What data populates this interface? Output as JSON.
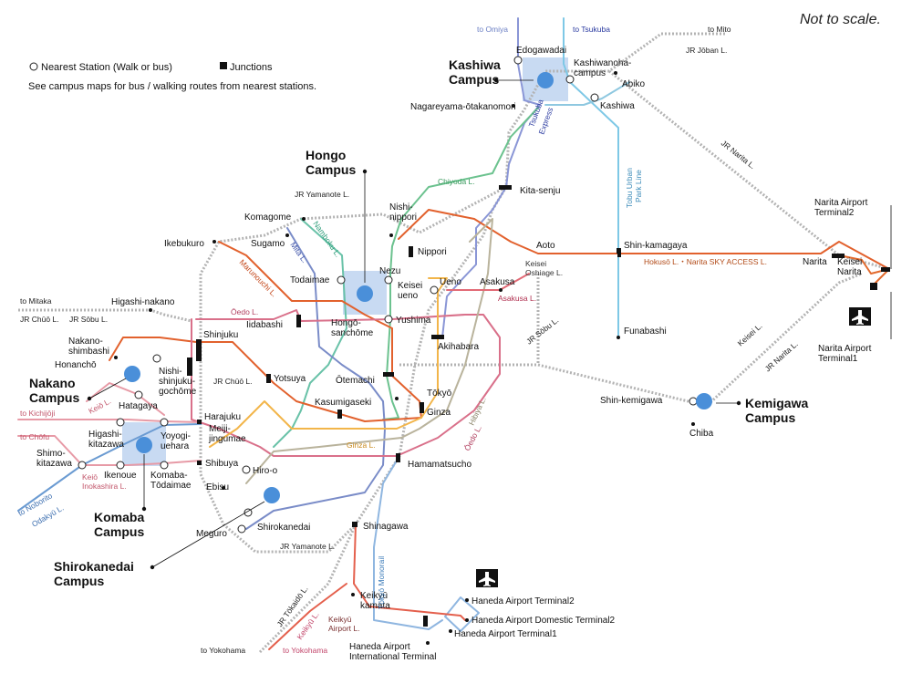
{
  "scale_note": "Not to scale.",
  "legend": {
    "nearest": "Nearest Station (Walk or bus)",
    "junctions": "Junctions",
    "note": "See campus maps for bus / walking routes from nearest stations."
  },
  "campuses": {
    "hongo": [
      "Hongo",
      "Campus"
    ],
    "kashiwa": [
      "Kashiwa",
      "Campus"
    ],
    "nakano": [
      "Nakano",
      "Campus"
    ],
    "komaba": [
      "Komaba",
      "Campus"
    ],
    "shirokanedai": [
      "Shirokanedai",
      "Campus"
    ],
    "kemigawa": [
      "Kemigawa",
      "Campus"
    ]
  },
  "stations": {
    "edogawadai": "Edogawadai",
    "kashiwanoha": [
      "Kashiwanoha-",
      "campus"
    ],
    "abiko": "Abiko",
    "kashiwa": "Kashiwa",
    "nagareyama": "Nagareyama-ōtakanomori",
    "kita_senju": "Kita-senju",
    "nishi_nippori": [
      "Nishi-",
      "nippori"
    ],
    "nippori": "Nippori",
    "komagome": "Komagome",
    "sugamo": "Sugamo",
    "ikebukuro": "Ikebukuro",
    "todaimae": "Todaimae",
    "nezu": "Nezu",
    "keisei_ueno": [
      "Keisei",
      "ueno"
    ],
    "ueno": "Ueno",
    "asakusa": "Asakusa",
    "aoto": "Aoto",
    "keisei_oshiage": [
      "Keisei",
      "Oshiage L."
    ],
    "shin_kamagaya": "Shin-kamagaya",
    "narita": "Narita",
    "keisei_narita": [
      "Keisei",
      "Narita"
    ],
    "narita_t2": [
      "Narita Airport",
      "Terminal2"
    ],
    "narita_t1": [
      "Narita Airport",
      "Terminal1"
    ],
    "hongo_sanchome": [
      "Hongō-",
      "sanchōme"
    ],
    "yushima": "Yushima",
    "akihabara": "Akihabara",
    "iidabashi": "Iidabashi",
    "higashi_nakano": "Higashi-nakano",
    "shinjuku": "Shinjuku",
    "nakano_shimbashi": [
      "Nakano-",
      "shimbashi"
    ],
    "honancho": "Honanchō",
    "nishi_shinjuku": [
      "Nishi-",
      "shinjuku-",
      "gochōme"
    ],
    "yotsuya": "Yotsuya",
    "otemachi": "Ōtemachi",
    "tokyo": "Tōkyō",
    "kasumigaseki": "Kasumigaseki",
    "ginza": "Ginza",
    "hatagaya": "Hatagaya",
    "harajuku": "Harajuku",
    "meiji": [
      "Meiji-",
      "jingumae"
    ],
    "higashi_kitazawa": [
      "Higashi-",
      "kitazawa"
    ],
    "yoyogi_uehara": [
      "Yoyogi-",
      "uehara"
    ],
    "shimo_kitazawa": [
      "Shimo-",
      "kitazawa"
    ],
    "ikenoue": "Ikenoue",
    "komaba_todaimae": [
      "Komaba-",
      "Tōdaimae"
    ],
    "shibuya": "Shibuya",
    "hiro_o": "Hiro-o",
    "ebisu": "Ebisu",
    "hamamatsucho": "Hamamatsucho",
    "funabashi": "Funabashi",
    "shin_kemigawa": "Shin-kemigawa",
    "chiba": "Chiba",
    "meguro": "Meguro",
    "shirokanedai": "Shirokanedai",
    "shinagawa": "Shinagawa",
    "keikyu_kamata": [
      "Keikyū",
      "kamata"
    ],
    "haneda_t2": "Haneda Airport Terminal2",
    "haneda_dom2": "Haneda Airport Domestic Terminal2",
    "haneda_t1": "Haneda Airport Terminal1",
    "haneda_intl": [
      "Haneda Airport",
      "International Terminal"
    ]
  },
  "destinations": {
    "omiya": "to Omiya",
    "tsukuba": "to Tsukuba",
    "mito": "to Mito",
    "mitaka": "to Mitaka",
    "kichijoji": "to Kichijōji",
    "chofu": "to Chōfu",
    "noborito": "to Noborito",
    "yokohama1": "to Yokohama",
    "yokohama2": "to Yokohama"
  },
  "line_labels": {
    "joban": "JR Jōban L.",
    "narita1": "JR Narita L.",
    "narita2": "JR Narita L.",
    "tsukuba_express": [
      "Tsukuba",
      "Express"
    ],
    "tobu_urban": [
      "Tobu Urban",
      "Park Line"
    ],
    "chiyoda": "Chiyoda L.",
    "jr_yamanote1": "JR Yamanote L.",
    "jr_yamanote2": "JR Yamanote L.",
    "namboku": "Namboku L.",
    "mita": "Mita L.",
    "marunouchi": "Marunouchi L.",
    "hokuso": "Hokusō L.・Narita SKY ACCESS L.",
    "asakusa_line": "Asakusa L.",
    "oedo1": "Ōedo L.",
    "oedo2": "Ōedo L.",
    "jr_chuo1": "JR Chūō L.",
    "jr_sobu1": "JR Sōbu L.",
    "jr_chuo2": "JR Chūō L.",
    "jr_sobu2": "JR Sōbu L.",
    "keisei": "Keisei L.",
    "hibiya": "Hibiya L.",
    "ginza_line": "Ginza L.",
    "keio": "Keiō L.",
    "keio_inokashira": [
      "Keiō",
      "Inokashira L."
    ],
    "odakyu": "Odakyū L.",
    "tokaido": "JR Tōkaidō L.",
    "keikyu": "Keikyū L.",
    "keikyu_airport": [
      "Keikyū",
      "Airport L."
    ],
    "monorail": "Tōkyō Monorail"
  },
  "colors": {
    "jr": "#b7b7b7",
    "tsukuba": "#8a96d6",
    "tobu": "#7ec8e6",
    "chiyoda": "#6cc28f",
    "marunouchi": "#e2612d",
    "namboku": "#69c2a8",
    "mita": "#7a8cc8",
    "oedo": "#d9708a",
    "hibiya": "#b9b39c",
    "ginza": "#f2b54a",
    "keio": "#e79aa6",
    "odakyu": "#6b9bd2",
    "monorail": "#8fb6e0",
    "keikyu": "#e4604d",
    "asakusa": "#e26a76",
    "hokuso": "#e26a2d",
    "campus_dot": "#4a8fd9",
    "campus_box": "#c8daf2"
  }
}
